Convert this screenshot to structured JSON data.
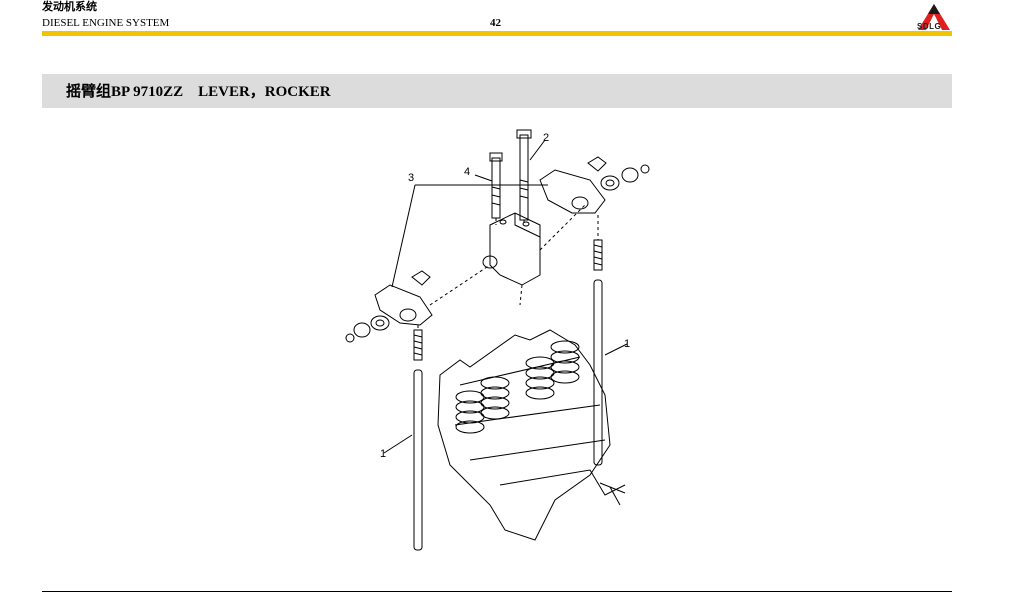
{
  "header": {
    "section_cn": "发动机系统",
    "section_en": "DIESEL ENGINE SYSTEM",
    "page_number": "42",
    "logo_text": "SDLG"
  },
  "title": "摇臂组BP 9710ZZ    LEVER，ROCKER",
  "diagram": {
    "callouts": [
      "1",
      "1",
      "2",
      "3",
      "4"
    ]
  },
  "colors": {
    "header_bar": "#f2c400",
    "logo_red": "#e02020",
    "title_band": "#dcdcdc"
  }
}
